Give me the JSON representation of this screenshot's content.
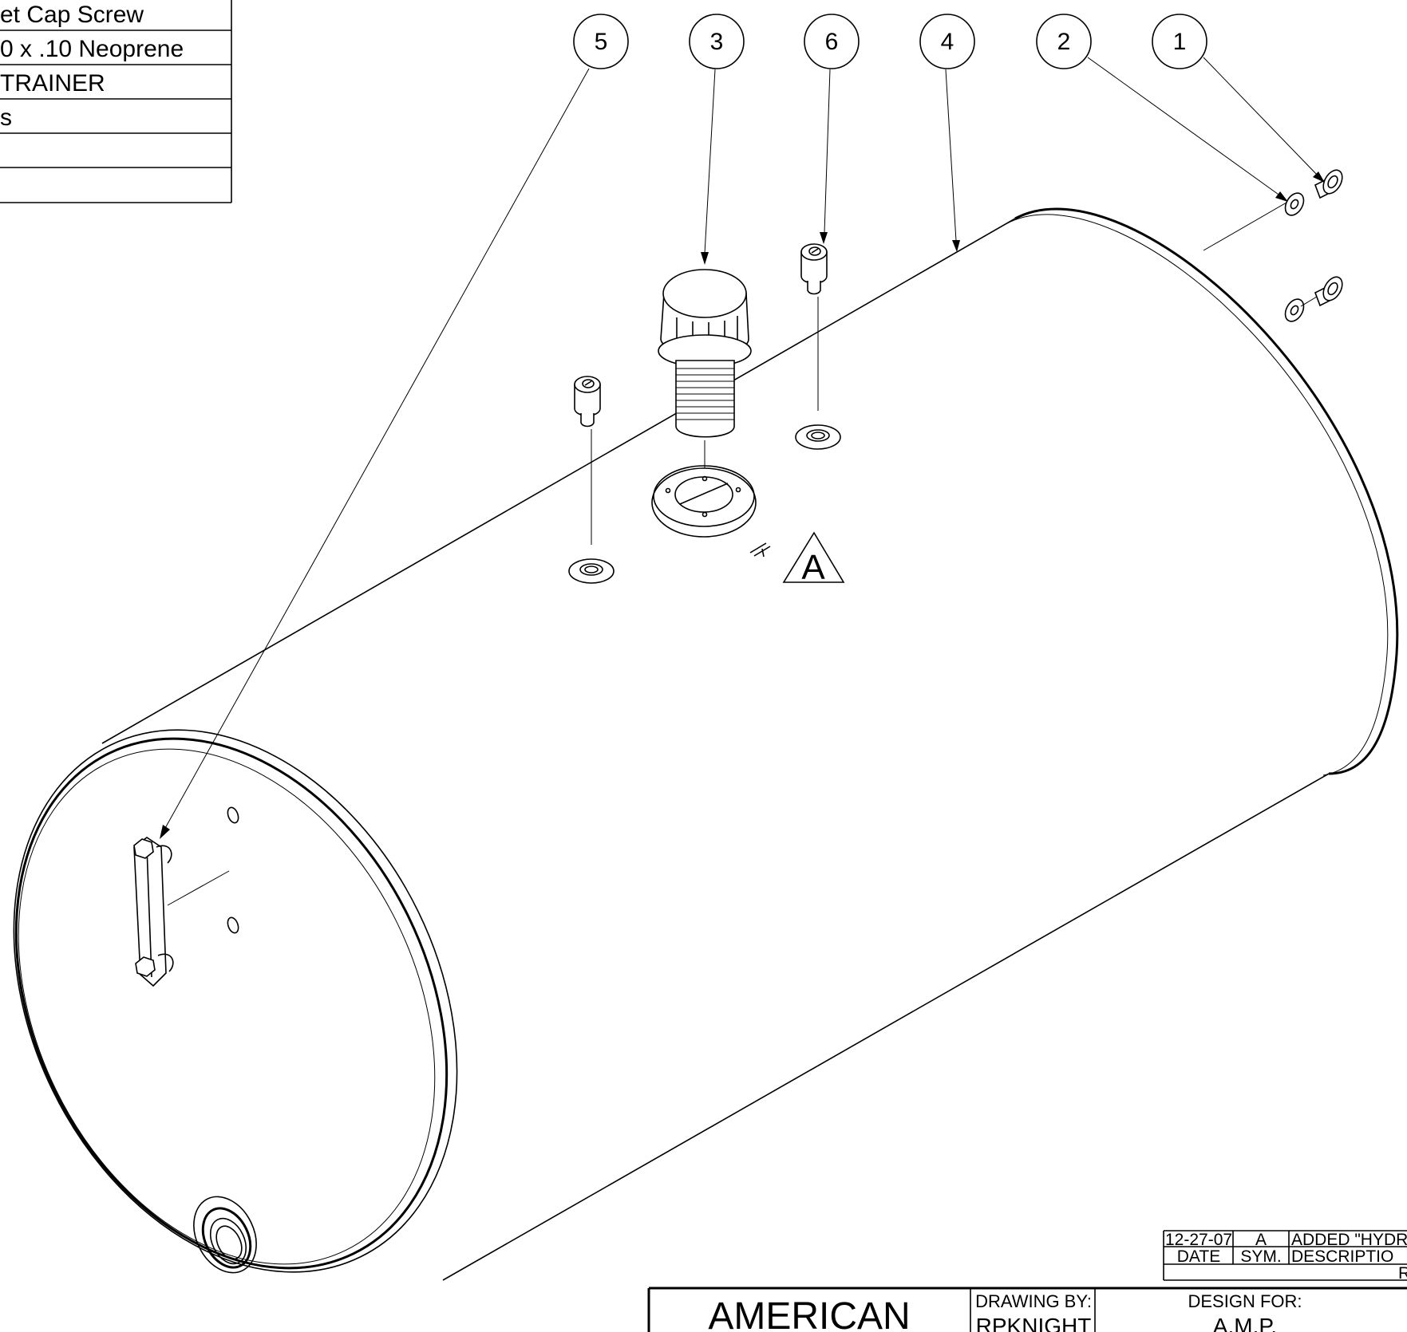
{
  "bom": {
    "rows": [
      {
        "description": "et Cap Screw"
      },
      {
        "description": "0 x .10 Neoprene"
      },
      {
        "description": "TRAINER"
      },
      {
        "description": "s"
      },
      {
        "description": ""
      },
      {
        "description": ""
      }
    ]
  },
  "balloons": [
    {
      "label": "5"
    },
    {
      "label": "3"
    },
    {
      "label": "6"
    },
    {
      "label": "4"
    },
    {
      "label": "2"
    },
    {
      "label": "1"
    }
  ],
  "reference_mark": "A",
  "revision": {
    "entry": {
      "date": "12-27-07",
      "sym": "A",
      "description": "ADDED \"HYDR"
    },
    "header": {
      "date": "DATE",
      "sym": "SYM.",
      "description": "DESCRIPTIO"
    },
    "footer_fragment": "R"
  },
  "title_block": {
    "company": "AMERICAN",
    "drawing_by_label": "DRAWING BY:",
    "drawing_by_value": "RPKNIGHT",
    "design_for_label": "DESIGN FOR:",
    "design_for_value": "A.M.P."
  }
}
